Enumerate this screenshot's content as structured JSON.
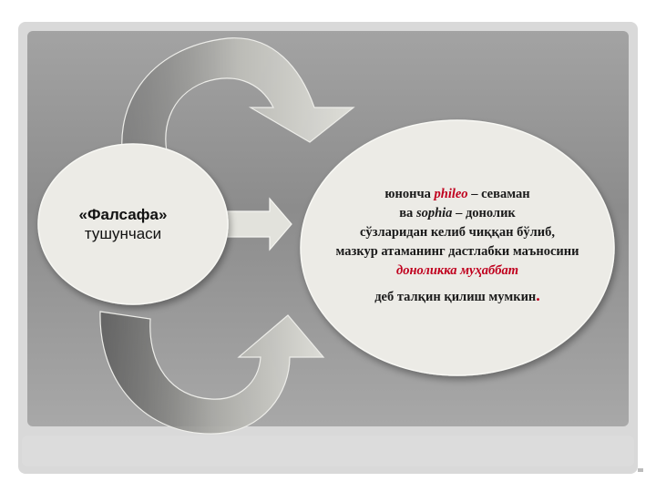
{
  "left_ellipse": {
    "title": "«Фалсафа»",
    "subtitle": "тушунчаси"
  },
  "right_ellipse": {
    "line1_pre": "юнонча ",
    "line1_word": "phileo",
    "line1_post": " – севаман",
    "line2_pre": "ва ",
    "line2_word": "sophia",
    "line2_post": "  – донолик",
    "line3": "сўзларидан келиб чиққан бўлиб,",
    "line4": "мазкур атаманинг дастлабки маъносини",
    "line5": "доноликка муҳаббат",
    "line6": "деб талқин қилиш мумкин",
    "line6_dot": "."
  },
  "colors": {
    "slide_background": "#9a9a9a",
    "ellipse_fill": "#ecebe6",
    "arrow_fill": "#dcdcd6",
    "accent_red": "#c0001e"
  }
}
